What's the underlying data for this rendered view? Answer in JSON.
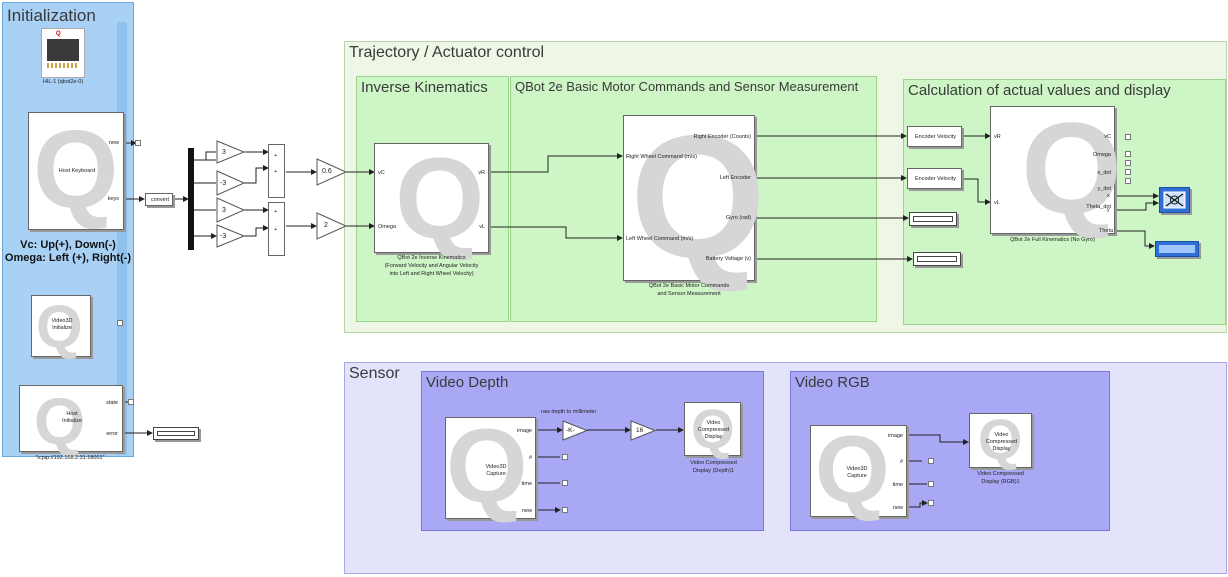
{
  "areas": {
    "initialization": "Initialization",
    "trajectory": "Trajectory / Actuator control",
    "inverse_kinematics": "Inverse Kinematics",
    "motor_commands": "QBot 2e Basic Motor Commands and Sensor Measurement",
    "calculation": "Calculation of actual values and display",
    "sensor": "Sensor",
    "video_depth": "Video Depth",
    "video_rgb": "Video RGB"
  },
  "init": {
    "hil_label": "HIL-1 (qbot2e-0)",
    "keyboard_block": "Host Keyboard",
    "keyboard_ports": [
      "new",
      "keys"
    ],
    "convert": "convert",
    "instructions": [
      "Vc: Up(+), Down(-)",
      "Omega: Left (+), Right(-)"
    ],
    "video3d_init": [
      "Video3D",
      "Initialize"
    ],
    "host_init": [
      "Host",
      "Initialize"
    ],
    "host_ports": [
      "state",
      "error"
    ],
    "host_uri": "\"tcpip://192.168.2.31:18001\""
  },
  "gains": {
    "left": [
      "3",
      "-3",
      "3",
      "-3"
    ],
    "speed": "0.6",
    "omega": "2"
  },
  "ik": {
    "inputs": [
      "vC",
      "Omega"
    ],
    "outputs": [
      "vR",
      "vL"
    ],
    "caption": [
      "QBot 2e Inverse Kinematics",
      "(Forward Velocity and Angular Velocity",
      "into Left and Right Wheel Velocity)"
    ]
  },
  "motor": {
    "inputs": [
      "Right Wheel Command (m/s)",
      "Left Wheel Command (m/s)"
    ],
    "outputs": [
      "Right Encoder (Counts)",
      "Left Encoder",
      "Gyro (rad)",
      "Battery Voltage (v)"
    ],
    "caption": [
      "QBot 2e Basic Motor Commands",
      "and Sensor Measurement"
    ]
  },
  "calc": {
    "encoder_velocity": "Encoder Velocity",
    "inputs": [
      "vR",
      "vL"
    ],
    "outputs": [
      "vC",
      "Omega",
      "x_dot",
      "y_dot",
      "Theta_dot",
      "x",
      "y",
      "Theta"
    ],
    "caption": "QBot 2e Full Kinematics (No Gyro)"
  },
  "depth": {
    "capture": [
      "Video3D",
      "Capture"
    ],
    "ports": [
      "image",
      "#",
      "time",
      "new"
    ],
    "gain_label": "raw depth to millimeter",
    "gain": "-K-",
    "cast": "16",
    "display": [
      "Video",
      "Compressed",
      "Display"
    ],
    "display_caption": [
      "Video Compressed",
      "Display (Depth)1"
    ]
  },
  "rgb": {
    "capture": [
      "Video3D",
      "Capture"
    ],
    "ports": [
      "image",
      "#",
      "time",
      "new"
    ],
    "display": [
      "Video",
      "Compressed",
      "Display"
    ],
    "display_caption": [
      "Video Compressed",
      "Display (RGB)1"
    ]
  },
  "colors": {
    "init_bg": "#a9d1f5",
    "green_bg": "#cdf5c6",
    "traj_bg": "#eef7e6",
    "sensor_bg": "#e3e3fb",
    "video_bg": "#a8a8f4",
    "scope": "#2f6fd6"
  }
}
